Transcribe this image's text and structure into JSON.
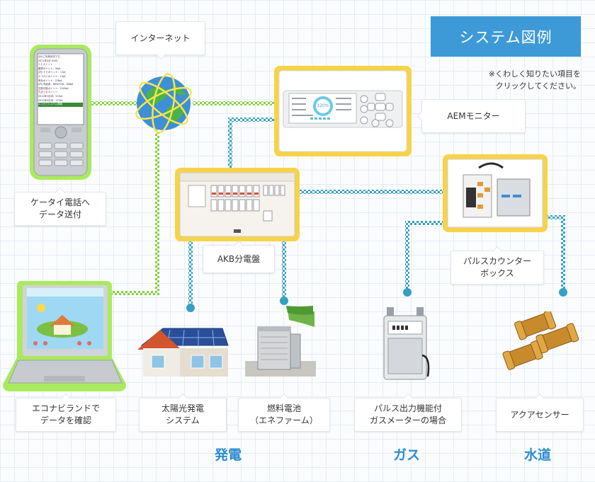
{
  "title": "システム図例",
  "note": [
    "※くわしく知りたい項目を",
    "クリックしてください。"
  ],
  "labels": {
    "internet": "インターネット",
    "aem": "AEMモニター",
    "keitai": [
      "ケータイ電話へ",
      "データ送付"
    ],
    "akb": "AKB分電盤",
    "pulse_box": [
      "パルスカウンター",
      "ボックス"
    ],
    "ecozabiland": [
      "エコナビランドで",
      "データを確認"
    ],
    "solar": [
      "太陽光発電",
      "システム"
    ],
    "fuelcell": [
      "燃料電池",
      "（エネファーム）"
    ],
    "gasmeter": [
      "パルス出力機能付",
      "ガスメーターの場合"
    ],
    "aqua": "アクアセンサー"
  },
  "categories": {
    "power": "発電",
    "gas": "ガス",
    "water": "水道"
  },
  "phone_screen": [
    "ほのご利用状況です。",
    "2011年4月 ※4月",
    "ナビポイント",
    "獲得ポイント：30pt",
    "(内) ナビポイント：17pt",
    "エコナビポイント：13pt",
    "有効ポイント：228pt",
    "(内) 商品券：NEWTON：388pt",
    "交換可能ポイント：2345pt",
    "先送りまポイント",
    "2012年1月末：115pt",
    "2012年5月末：115pt",
    "エコナビシステム情報"
  ],
  "aem_screen": {
    "gauge": "120%"
  },
  "colors": {
    "accent": "#3d9ad6",
    "highlight_frame": "#f7d348",
    "device_frame": "#a9ea5e",
    "wire": "#38a3c6"
  }
}
